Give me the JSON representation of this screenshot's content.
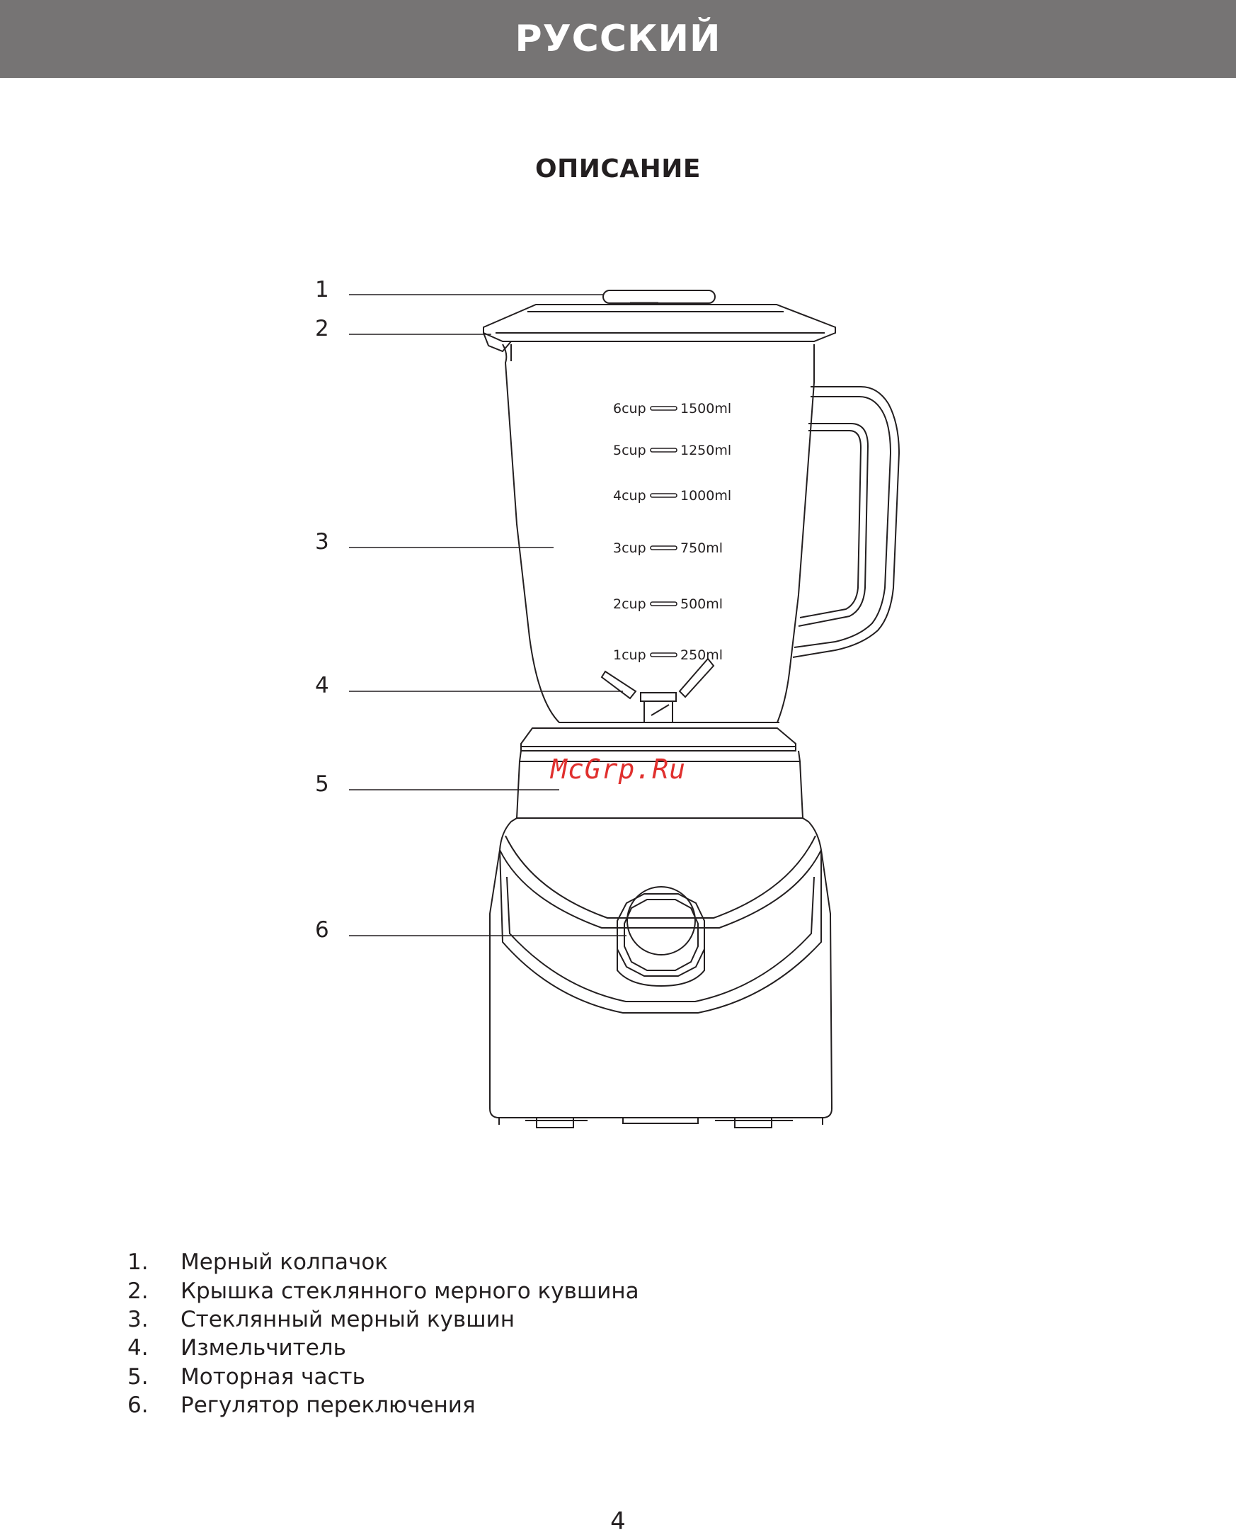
{
  "header": {
    "language": "РУССКИЙ"
  },
  "section": {
    "title": "ОПИСАНИЕ"
  },
  "diagram": {
    "callouts": [
      "1",
      "2",
      "3",
      "4",
      "5",
      "6"
    ],
    "jug_scale": [
      {
        "cups": "6cup",
        "ml": "1500ml"
      },
      {
        "cups": "5cup",
        "ml": "1250ml"
      },
      {
        "cups": "4cup",
        "ml": "1000ml"
      },
      {
        "cups": "3cup",
        "ml": "750ml"
      },
      {
        "cups": "2cup",
        "ml": "500ml"
      },
      {
        "cups": "1cup",
        "ml": "250ml"
      }
    ],
    "watermark": "McGrp.Ru"
  },
  "parts": [
    {
      "num": "1.",
      "name": "Мерный колпачок"
    },
    {
      "num": "2.",
      "name": "Крышка стеклянного мерного кувшина"
    },
    {
      "num": "3.",
      "name": "Стеклянный мерный кувшин"
    },
    {
      "num": "4.",
      "name": "Измельчитель"
    },
    {
      "num": "5.",
      "name": "Моторная часть"
    },
    {
      "num": "6.",
      "name": "Регулятор переключения"
    }
  ],
  "footer": {
    "page_number": "4"
  }
}
